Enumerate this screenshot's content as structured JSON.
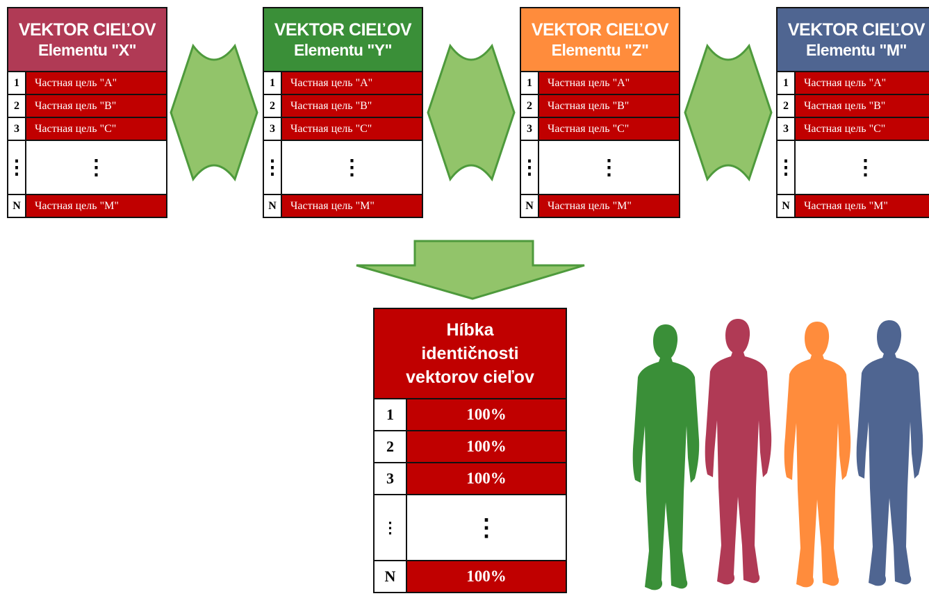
{
  "vectors": [
    {
      "title": "VEKTOR CIEĽOV",
      "subtitle": "Elementu \"X\"",
      "color": "#b03a55"
    },
    {
      "title": "VEKTOR CIEĽOV",
      "subtitle": "Elementu \"Y\"",
      "color": "#3a8f38"
    },
    {
      "title": "VEKTOR CIEĽOV",
      "subtitle": "Elementu \"Z\"",
      "color": "#ff8c3c"
    },
    {
      "title": "VEKTOR CIEĽOV",
      "subtitle": "Elementu \"M\"",
      "color": "#4f6591"
    }
  ],
  "goal_rows": [
    {
      "num": "1",
      "label": "Частная цель \"A\""
    },
    {
      "num": "2",
      "label": "Частная цель \"B\""
    },
    {
      "num": "3",
      "label": "Частная цель \"C\""
    },
    {
      "num": "⋮",
      "label": "⋮"
    },
    {
      "num": "N",
      "label": "Частная цель \"M\""
    }
  ],
  "result": {
    "title_line1": "Híbka",
    "title_line2": "identičnosti",
    "title_line3": "vektorov cieľov",
    "rows": [
      {
        "num": "1",
        "value": "100%"
      },
      {
        "num": "2",
        "value": "100%"
      },
      {
        "num": "3",
        "value": "100%"
      },
      {
        "num": "⋮",
        "value": "⋮"
      },
      {
        "num": "N",
        "value": "100%"
      }
    ]
  },
  "colors": {
    "row_red": "#c00000",
    "arrow_fill": "#92c46a",
    "arrow_stroke": "#4e9a3c"
  },
  "icons": [
    "double-arrow-icon",
    "down-arrow-icon",
    "person-silhouette-icon"
  ]
}
